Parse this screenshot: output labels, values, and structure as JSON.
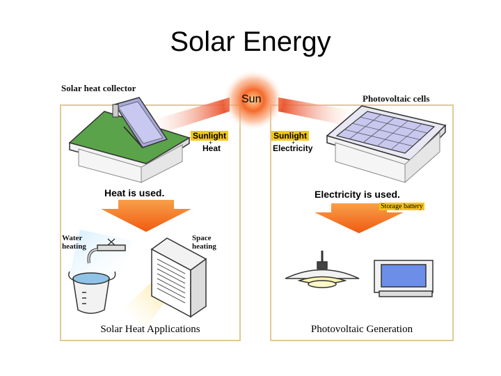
{
  "title": "Solar Energy",
  "sun": {
    "label": "Sun"
  },
  "left": {
    "collector_label": "Solar heat collector",
    "sunlight": "Sunlight",
    "plus": "+",
    "result": "Heat",
    "used": "Heat is used.",
    "water_heating": [
      "Water",
      "heating"
    ],
    "space_heating": [
      "Space",
      "heating"
    ],
    "footer": "Solar Heat Applications"
  },
  "right": {
    "cells_label": "Photovoltaic cells",
    "sunlight": "Sunlight",
    "plus": "+",
    "result": "Electricity",
    "used": "Electricity is used.",
    "storage": "Storage battery",
    "footer": "Photovoltaic Generation"
  },
  "colors": {
    "sun": "#e8441a",
    "arrow": "#f06a10",
    "label_highlight": "#f5c518",
    "panel_border": "#e0c896",
    "roof_green": "#5aa34a"
  }
}
